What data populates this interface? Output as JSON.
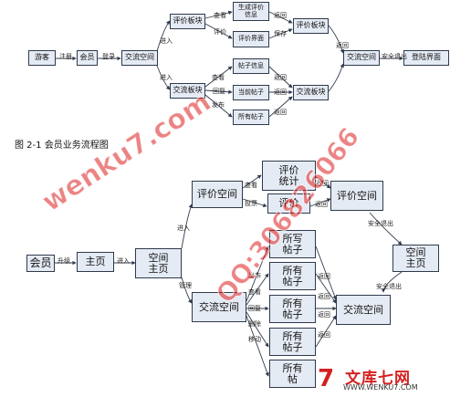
{
  "caption": "图 2-1  会员业务流程图",
  "top_diagram": {
    "nodes": {
      "youke": "游客",
      "huiyuan": "会员",
      "jiaoliu_kongjian": "交流空间",
      "pingjia_bankuai_1": "评价板块",
      "shengcheng": "生成评价\n信息",
      "pingjia_jiemian": "评价界面",
      "pingjia_bankuai_2": "评价板块",
      "jiaoliu_bankuai_1": "交流板块",
      "tiezi_xinxi": "帖子信息",
      "dangqian_tiezi": "当前帖子",
      "suoyou_tiezi": "所有帖子",
      "jiaoliu_bankuai_2": "交流板块",
      "jiaoliu_kongjian_2": "交流空间",
      "denglu_jiemian": "登陆界面"
    },
    "edges": {
      "zhuce": "注册",
      "denglu": "登录",
      "jinru_1": "进入",
      "jinru_2": "进入",
      "chakan_1": "查看",
      "pingjia": "评价",
      "fanhui_1": "返回",
      "baocun": "保存",
      "chakan_2": "查看",
      "huifu": "回复",
      "fabu": "发布",
      "fanhui_2": "返回",
      "fanhui_3": "返回",
      "fanhui_4": "返回",
      "fanhui_5": "返回",
      "anquan_tuichu": "安全退出"
    }
  },
  "bottom_diagram": {
    "nodes": {
      "huiyuan": "会员",
      "zhuye": "主页",
      "kongjian_zhuye": "空间\n主页",
      "pingjia_kongjian_1": "评价空间",
      "pingjia_tongji": "评价\n统计",
      "pingjia_toupiao": "评价",
      "pingjia_kongjian_2": "评价空间",
      "kongjian_zhuye_2": "空间\n主页",
      "jiaoliu_kongjian_1": "交流空间",
      "suoxie_tiezi": "所写\n帖子",
      "suoyou_tiezi_1": "所有\n帖子",
      "suoyou_tiezi_2": "所有\n帖子",
      "suoyou_tiezi_3": "所有\n帖子",
      "suoyou_tiezi_4": "所有\n帖",
      "jiaoliu_kongjian_2": "交流空间"
    },
    "edges": {
      "shengji": "升级",
      "jinru_1": "进入",
      "jinru_2": "进入",
      "guanli": "管理",
      "chakan": "查看",
      "toupiao": "投票",
      "fanhui_a": "返回",
      "fanhui_b": "返回",
      "anquan_tuichu_1": "安全退出",
      "anquan_tuichu_2": "安全退出",
      "fabu": "发布",
      "chakan_2": "查看",
      "huifu": "回复",
      "shanchu": "删除",
      "yidong": "移动",
      "fanhui_c": "返回",
      "fanhui_d": "返回",
      "fanhui_e": "返回",
      "fanhui_f": "返回"
    }
  },
  "watermark": {
    "text_1": "wenku7.com",
    "text_2": "QQ:306826066"
  },
  "logo": {
    "mark": "7",
    "name": "文库七网",
    "url": "WWW.WENKU7.COM"
  },
  "colors": {
    "box_fill": "#e5ebf4",
    "box_border": "#2f3a4c",
    "watermark": "#dc1e1e",
    "logo": "#d42020"
  }
}
